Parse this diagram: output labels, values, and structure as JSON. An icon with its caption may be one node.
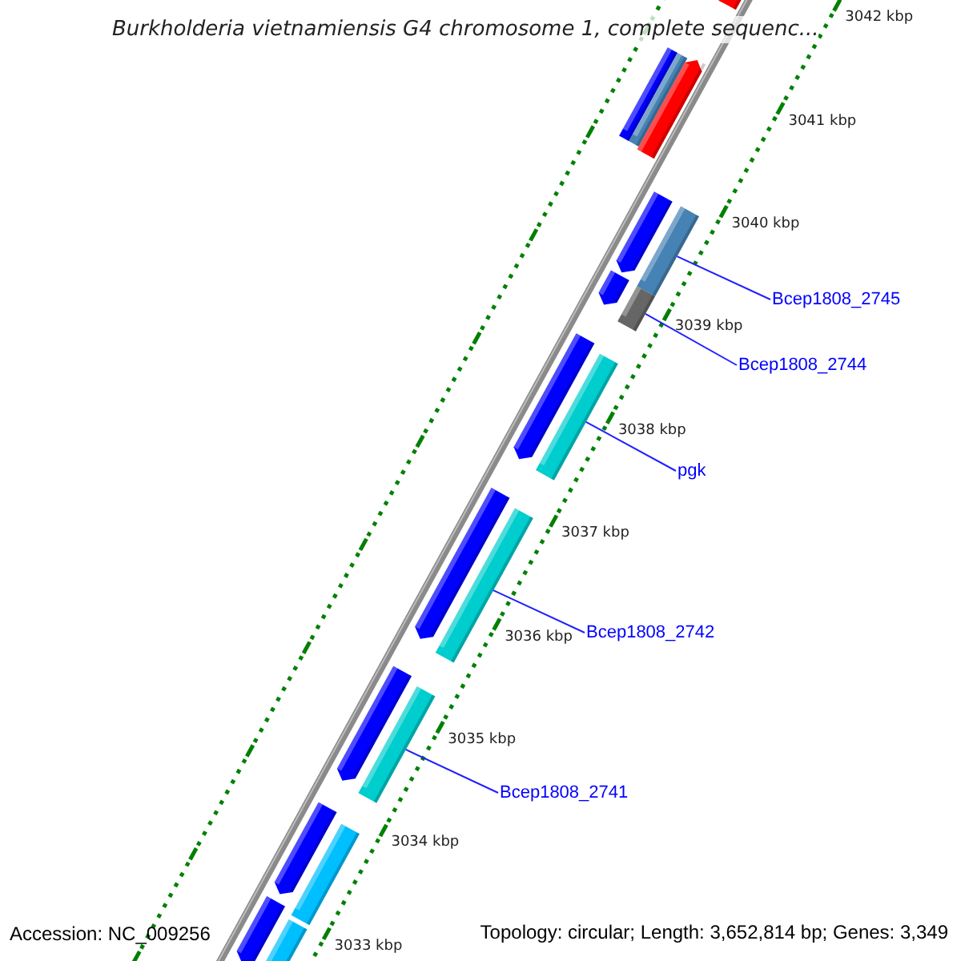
{
  "diagram": {
    "title": "Burkholderia vietnamiensis G4 chromosome 1, complete sequenc...",
    "nodes": [
      {
        "text": [],
        "shape": "bar"
      },
      {
        "text": [],
        "shape": "bar"
      },
      {
        "text": [],
        "shape": "bar"
      },
      {
        "text": [],
        "shape": "bar"
      },
      {
        "text": [],
        "shape": "bar"
      },
      {
        "text": [],
        "shape": "bar"
      },
      {
        "text": [],
        "shape": "bar"
      },
      {
        "text": [],
        "shape": "bar"
      },
      {
        "text": [],
        "shape": "bar"
      },
      {
        "text": [],
        "shape": "bar"
      },
      {
        "text": [],
        "shape": "bar"
      },
      {
        "text": [],
        "shape": "bar"
      },
      {
        "text": [],
        "shape": "bar"
      },
      {
        "text": [],
        "shape": "bar"
      },
      {
        "text": [],
        "shape": "bar"
      },
      {
        "text": [],
        "shape": "bar"
      },
      {
        "text": [],
        "shape": "bar"
      },
      {
        "text": [],
        "shape": "bar"
      },
      {
        "text": [],
        "shape": "bar"
      },
      {
        "text": [
          "Bcep1808_2745"
        ]
      },
      {
        "text": [
          "Bcep1808_2744"
        ]
      },
      {
        "text": [
          "pgk"
        ]
      },
      {
        "text": [
          "Bcep1808_2742"
        ]
      },
      {
        "text": [
          "Bcep1808_2741"
        ]
      }
    ],
    "edges": [
      {
        "from": 19,
        "to": 6,
        "arrow": "none"
      },
      {
        "from": 20,
        "to": 8,
        "arrow": "none"
      },
      {
        "from": 21,
        "to": 10,
        "arrow": "none"
      },
      {
        "from": 22,
        "to": 12,
        "arrow": "none"
      },
      {
        "from": 23,
        "to": 14,
        "arrow": "none"
      }
    ],
    "labels": [
      "3042 kbp",
      "3041 kbp",
      "3040 kbp",
      "3039 kbp",
      "3038 kbp",
      "3037 kbp",
      "3036 kbp",
      "3035 kbp",
      "3034 kbp",
      "3033 kbp",
      "Accession: NC_009256",
      "Topology: circular; Length: 3,652,814 bp; Genes: 3,349"
    ]
  }
}
